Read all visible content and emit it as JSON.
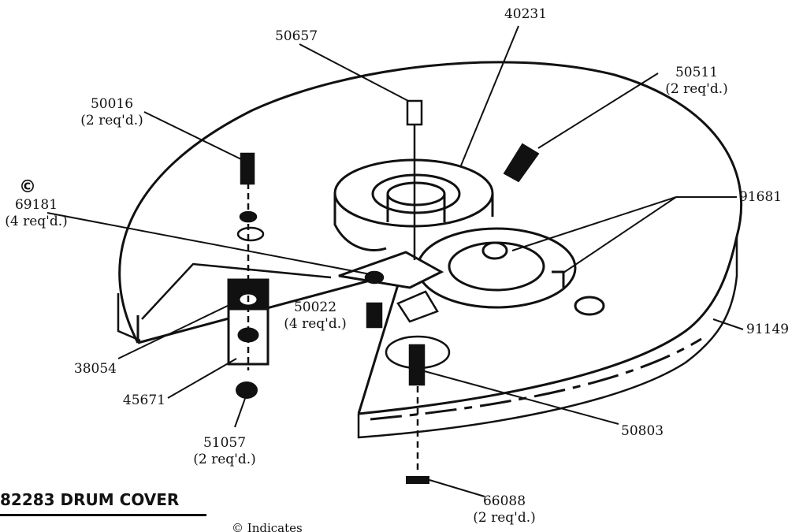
{
  "title": "82283 DRUM COVER",
  "footnote": "© Indicates",
  "callouts": [
    {
      "id": "p40231",
      "part": "40231",
      "qty": ""
    },
    {
      "id": "p50657",
      "part": "50657",
      "qty": ""
    },
    {
      "id": "p50511",
      "part": "50511",
      "qty": "(2 req'd.)"
    },
    {
      "id": "p50016",
      "part": "50016",
      "qty": "(2 req'd.)"
    },
    {
      "id": "p69181",
      "part": "69181",
      "qty": "(4 req'd.)",
      "mark": "©"
    },
    {
      "id": "p91681",
      "part": "91681",
      "qty": ""
    },
    {
      "id": "p50022",
      "part": "50022",
      "qty": "(4 req'd.)"
    },
    {
      "id": "p91149",
      "part": "91149",
      "qty": ""
    },
    {
      "id": "p38054",
      "part": "38054",
      "qty": ""
    },
    {
      "id": "p45671",
      "part": "45671",
      "qty": ""
    },
    {
      "id": "p50803",
      "part": "50803",
      "qty": ""
    },
    {
      "id": "p51057",
      "part": "51057",
      "qty": "(2 req'd.)"
    },
    {
      "id": "p66088",
      "part": "66088",
      "qty": "(2 req'd.)"
    }
  ]
}
